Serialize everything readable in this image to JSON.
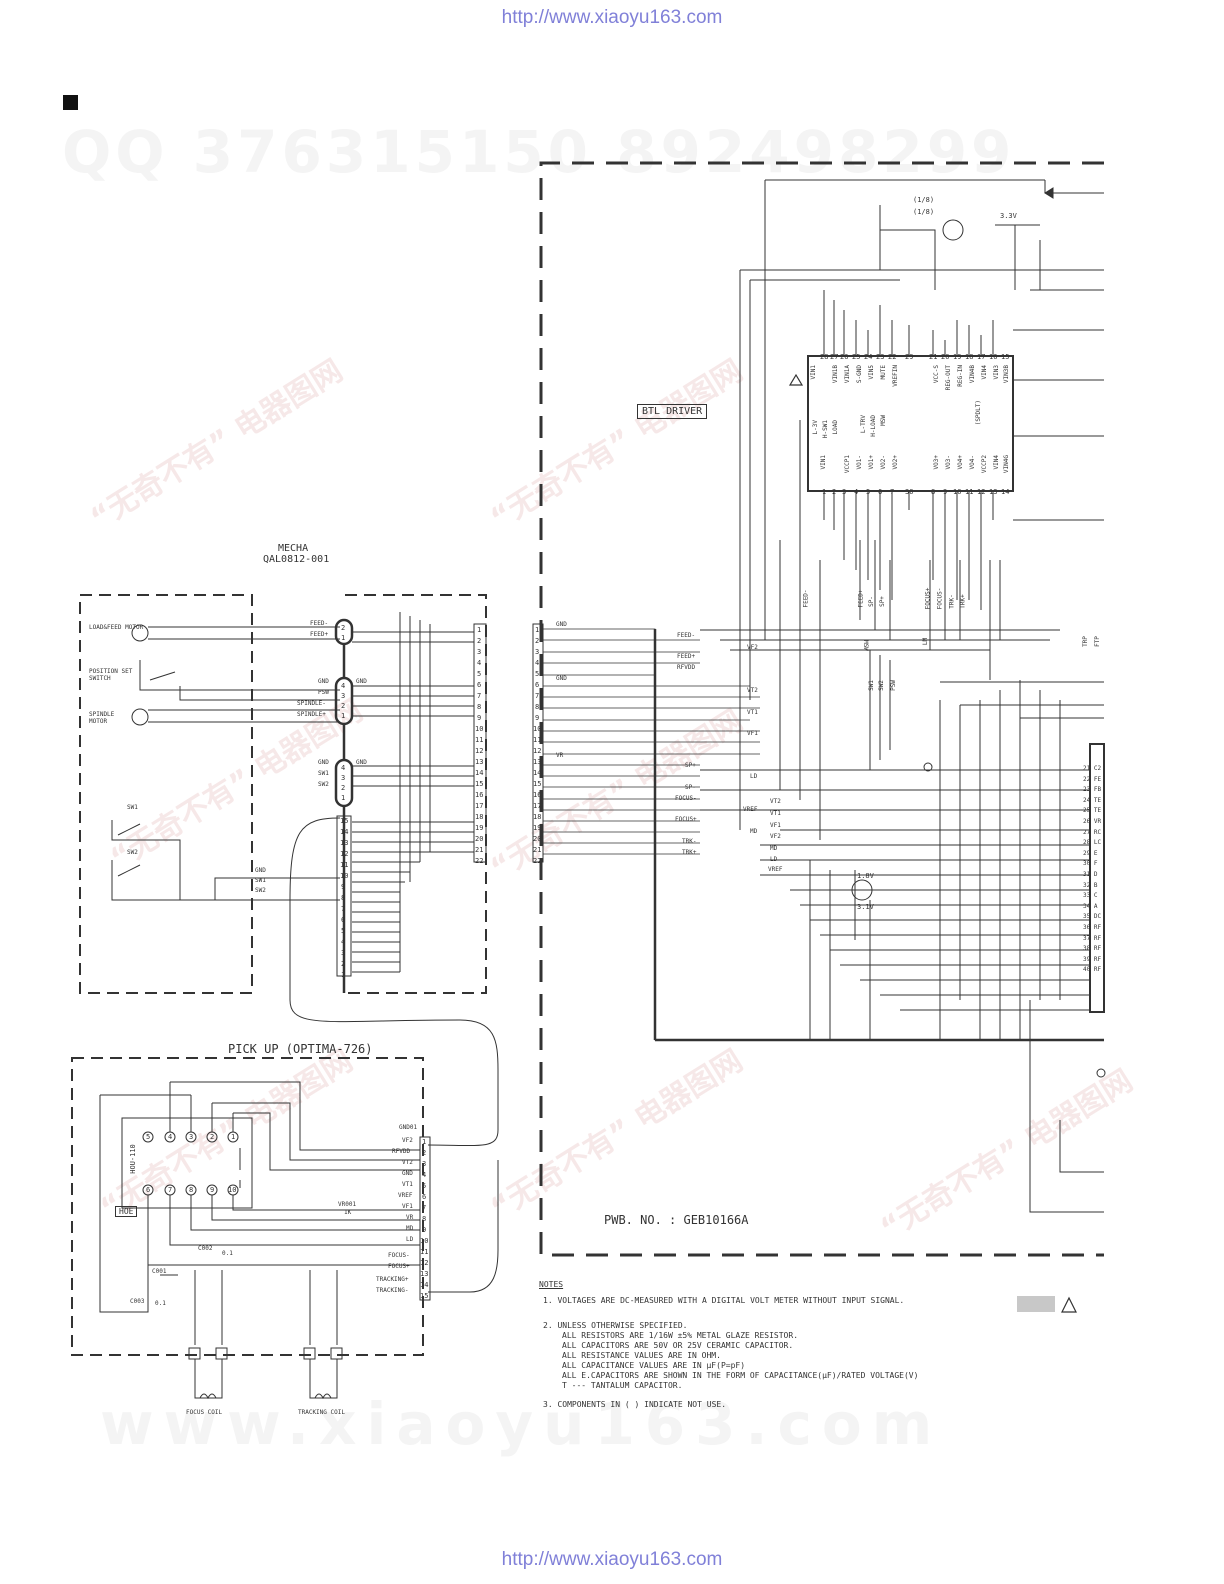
{
  "header": {
    "url": "http://www.xiaoyu163.com"
  },
  "footer": {
    "url": "http://www.xiaoyu163.com"
  },
  "watermarks": {
    "qq": "QQ 376315150  892498299",
    "site": "www.xiaoyu163.com",
    "cn": "“无奇不有” 电器图网"
  },
  "mecha": {
    "title": "MECHA",
    "part": "QAL0812-001",
    "load_feed_motor": "LOAD&FEED MOTOR",
    "position_switch": "POSITION SET SWITCH",
    "spindle_motor": "SPINDLE MOTOR",
    "sw1": "SW1",
    "sw2": "SW2",
    "conn_a_labels": [
      "FEED-",
      "FEED+"
    ],
    "conn_b_labels": [
      "GND",
      "PSW",
      "SPINDLE-",
      "SPINDLE+"
    ],
    "conn_c_labels": [
      "GND",
      "SW1",
      "SW2"
    ],
    "conn_b_right": "GND",
    "conn_c_right": "GND",
    "lower_labels": [
      "GND",
      "SW1",
      "SW2"
    ]
  },
  "pickup": {
    "title": "PICK UP    (OPTIMA-726)",
    "hou": "HOU-110",
    "hoe": "HOE",
    "vr_label": "VR001",
    "vr_value": "1K",
    "gnd": "GND01",
    "c001": "C001",
    "c002": "C002",
    "c003": "C003",
    "cap_value": "0.1",
    "pins": [
      "VF2",
      "RFVDD",
      "VT2",
      "GND",
      "VT1",
      "VREF",
      "VF1",
      "VR",
      "MD",
      "LD",
      "FOCUS-",
      "FOCUS+",
      "TRACKING+",
      "TRACKING-"
    ],
    "focus_coil": "FOCUS COIL",
    "tracking_coil": "TRACKING COIL",
    "ic_pins_top": [
      "5",
      "4",
      "3",
      "2",
      "1"
    ],
    "ic_pins_bottom": [
      "6",
      "7",
      "8",
      "9",
      "10"
    ]
  },
  "main": {
    "btl_driver": "BTL DRIVER",
    "pwb": "PWB. NO. : GEB10166A",
    "v33": "3.3V",
    "v18": "1.8V",
    "v31": "3.1V",
    "r18a": "(1/8)",
    "r18b": "(1/8)",
    "ic_top_pins": [
      "28",
      "27",
      "26",
      "25",
      "24",
      "23",
      "22",
      "29",
      "21",
      "20",
      "19",
      "18",
      "17",
      "16",
      "15"
    ],
    "ic_bottom_pins": [
      "1",
      "2",
      "3",
      "4",
      "5",
      "6",
      "7",
      "30",
      "8",
      "9",
      "10",
      "11",
      "12",
      "13",
      "14"
    ],
    "ic_top_names": [
      "VIN1",
      "VIN1B",
      "VIN1A",
      "S-GND",
      "VIN5",
      "MUTE",
      "VREFIN"
    ],
    "ic_right_top_names": [
      "VCC-S",
      "REG-OUT",
      "REG-IN",
      "VIN4B",
      "VIN4",
      "VIN3",
      "(SPDLT)",
      "VIN3B"
    ],
    "ic_bottom_names": [
      "VIN1",
      "VCCP1",
      "VO1-",
      "VO1+",
      "VO2-",
      "VO2+",
      "VO3+",
      "VO3-",
      "VO4+",
      "VO4-",
      "VCCP2",
      "VIN4",
      "VIN4G"
    ],
    "ic_inner": [
      "L-3V",
      "H-SW1",
      "LOAD",
      "L-TRV",
      "H-LOAD",
      "MSW"
    ],
    "bottom_nets": [
      "FEED-",
      "FEED+",
      "SP-",
      "SP+",
      "FOCUS+",
      "FOCUS-",
      "TRK-",
      "TRK+"
    ],
    "connector_left": [
      "GND",
      "VR",
      "GND"
    ],
    "net_labels_mid": [
      "FEED-",
      "FEED+",
      "RFVDD",
      "VF2",
      "VT2",
      "VT1",
      "VF1",
      "SP+",
      "SP-",
      "LD",
      "FOCUS-",
      "FOCUS+",
      "TRK-",
      "TRK+",
      "VREF",
      "MD"
    ],
    "net_labels_right": [
      "VT2",
      "VT1",
      "VF1",
      "VF2",
      "MD",
      "LD",
      "VREF"
    ],
    "switch_nets": [
      "MSW",
      "SW1",
      "SW2",
      "PSW",
      "LM",
      "TRP",
      "FTP"
    ],
    "right_ic_pins": [
      "21",
      "22",
      "23",
      "24",
      "25",
      "26",
      "27",
      "28",
      "29",
      "30",
      "31",
      "32",
      "33",
      "34",
      "35",
      "36",
      "37",
      "38",
      "39",
      "40"
    ],
    "right_ic_names": [
      "C2",
      "FE",
      "FB",
      "TE",
      "TE",
      "VR",
      "RC",
      "LC",
      "E",
      "F",
      "D",
      "B",
      "C",
      "A",
      "DC",
      "RF",
      "RF",
      "RF",
      "RF",
      "RF"
    ]
  },
  "notes": {
    "title": "NOTES",
    "items": [
      "1.  VOLTAGES ARE DC-MEASURED WITH A DIGITAL VOLT METER WITHOUT INPUT SIGNAL.",
      "2.  UNLESS OTHERWISE SPECIFIED.",
      "ALL RESISTORS ARE 1/16W ±5% METAL GLAZE RESISTOR.",
      "ALL CAPACITORS ARE 50V OR 25V CERAMIC CAPACITOR.",
      "ALL RESISTANCE VALUES ARE IN OHM.",
      "ALL CAPACITANCE VALUES ARE IN μF(P=pF)",
      "ALL E.CAPACITORS ARE SHOWN IN THE FORM OF CAPACITANCE(μF)/RATED VOLTAGE(V)",
      "T --- TANTALUM CAPACITOR.",
      "3.  COMPONENTS IN (    ) INDICATE NOT USE."
    ]
  }
}
